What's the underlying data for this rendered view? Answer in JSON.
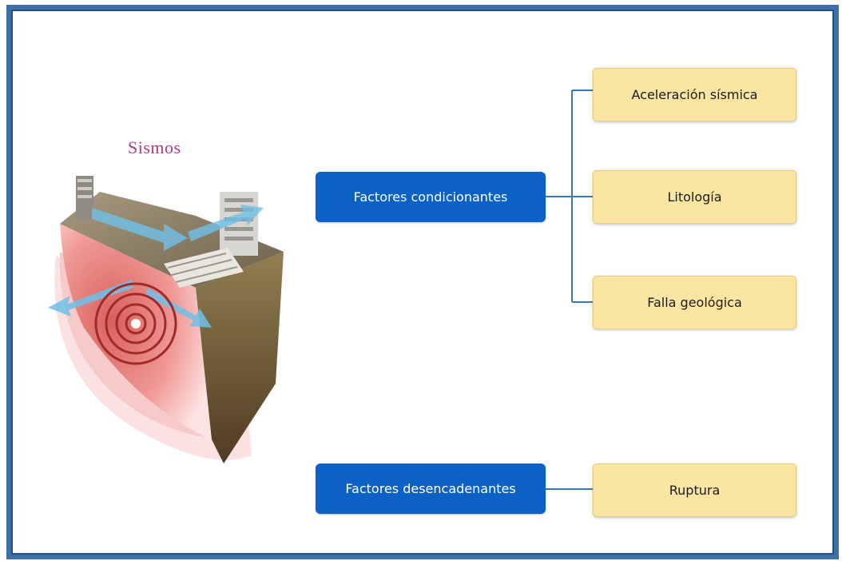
{
  "title": "Sismos",
  "groups": [
    {
      "label": "Factores condicionantes",
      "items": [
        "Aceleración sísmica",
        "Litología",
        "Falla geológica"
      ]
    },
    {
      "label": "Factores desencadenantes",
      "items": [
        "Ruptura"
      ]
    }
  ],
  "colors": {
    "frame": "#3f6ea8",
    "factor_box": "#0b61c6",
    "item_box": "#fbe5a3",
    "connector": "#3b78b5",
    "title": "#b03a8c"
  }
}
